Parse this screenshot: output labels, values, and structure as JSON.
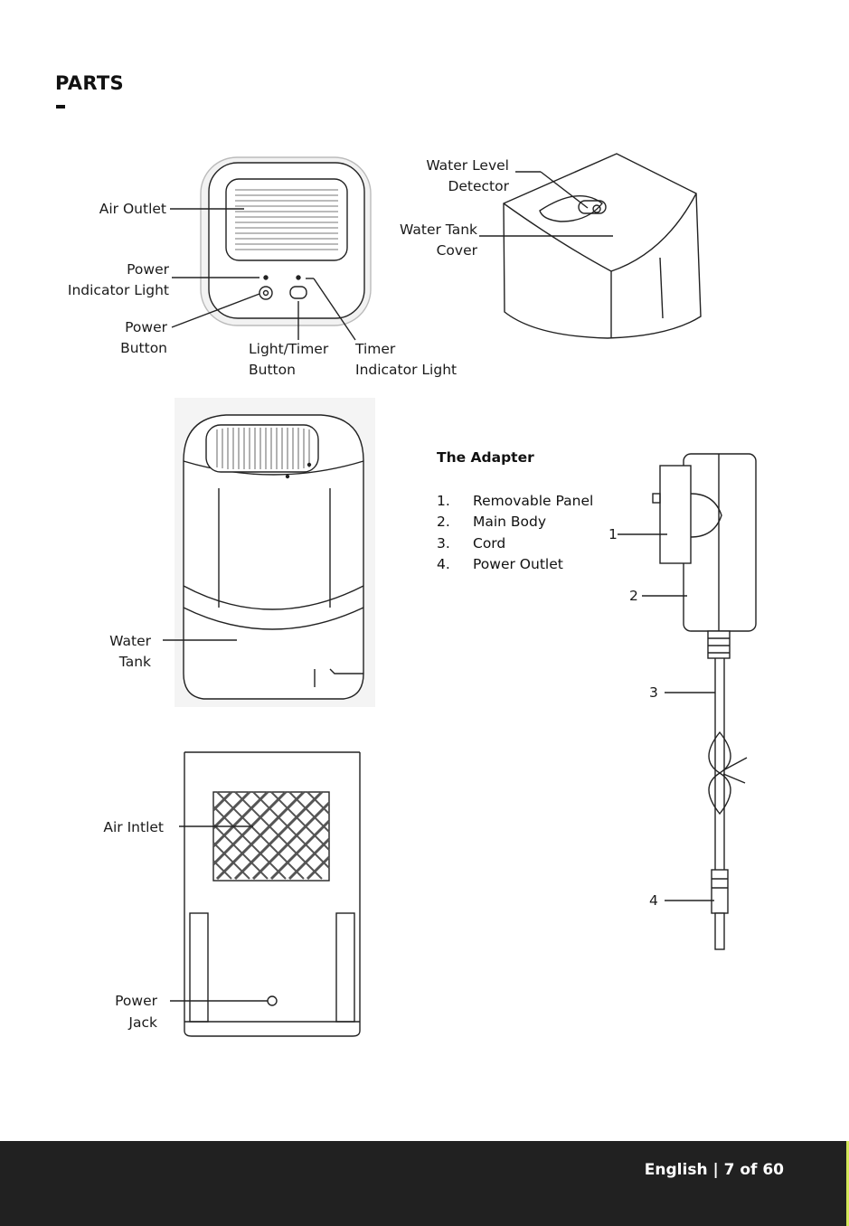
{
  "page": {
    "title": "PARTS",
    "footer": "English | 7 of 60"
  },
  "labels": {
    "air_outlet": "Air Outlet",
    "power_indicator_1": "Power",
    "power_indicator_2": "Indicator Light",
    "power_button_1": "Power",
    "power_button_2": "Button",
    "light_timer_1": "Light/Timer",
    "light_timer_2": "Button",
    "timer_indicator_1": "Timer",
    "timer_indicator_2": "Indicator Light",
    "water_level_1": "Water Level",
    "water_level_2": "Detector",
    "tank_cover_1": "Water Tank",
    "tank_cover_2": "Cover",
    "water_tank_1": "Water",
    "water_tank_2": "Tank",
    "air_inlet": "Air Intlet",
    "power_jack_1": "Power",
    "power_jack_2": "Jack"
  },
  "adapter": {
    "title": "The Adapter",
    "items": [
      {
        "num": "1.",
        "text": "Removable Panel"
      },
      {
        "num": "2.",
        "text": "Main Body"
      },
      {
        "num": "3.",
        "text": "Cord"
      },
      {
        "num": "4.",
        "text": "Power Outlet"
      }
    ],
    "callouts": [
      "1",
      "2",
      "3",
      "4"
    ]
  }
}
